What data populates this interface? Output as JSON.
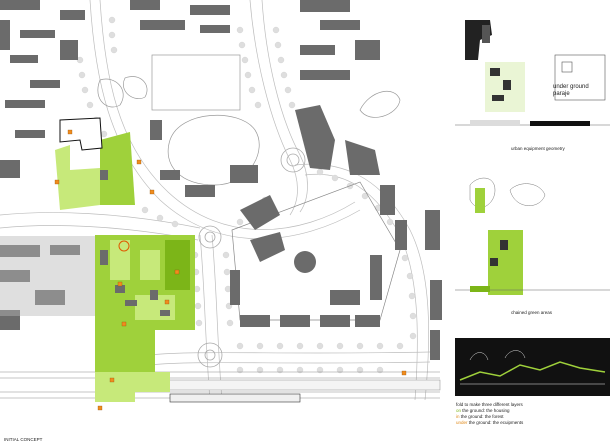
{
  "sheet": {
    "corner_label": "INITIAL CONCEPT"
  },
  "side_panels": {
    "underground_label": "under ground\nparaje",
    "urban_label": "urban equipment geometry",
    "green_label": "chained green areas"
  },
  "legend": {
    "intro": "fold to make three different layers",
    "items": [
      {
        "prefix": "on",
        "rest": " the ground: the housing",
        "color": "#7cb518"
      },
      {
        "prefix": "in",
        "rest": " the ground: the forest",
        "color": "#e08a1a"
      },
      {
        "prefix": "under",
        "rest": " the ground: the ecuipments",
        "color": "#e08a1a"
      }
    ]
  },
  "colors": {
    "building": "#6b6b6b",
    "green_light": "#c7e97a",
    "green_mid": "#9fd13b",
    "green_dark": "#7cb518",
    "orange_marker": "#f08c1e",
    "tree": "#d9d9d9"
  }
}
